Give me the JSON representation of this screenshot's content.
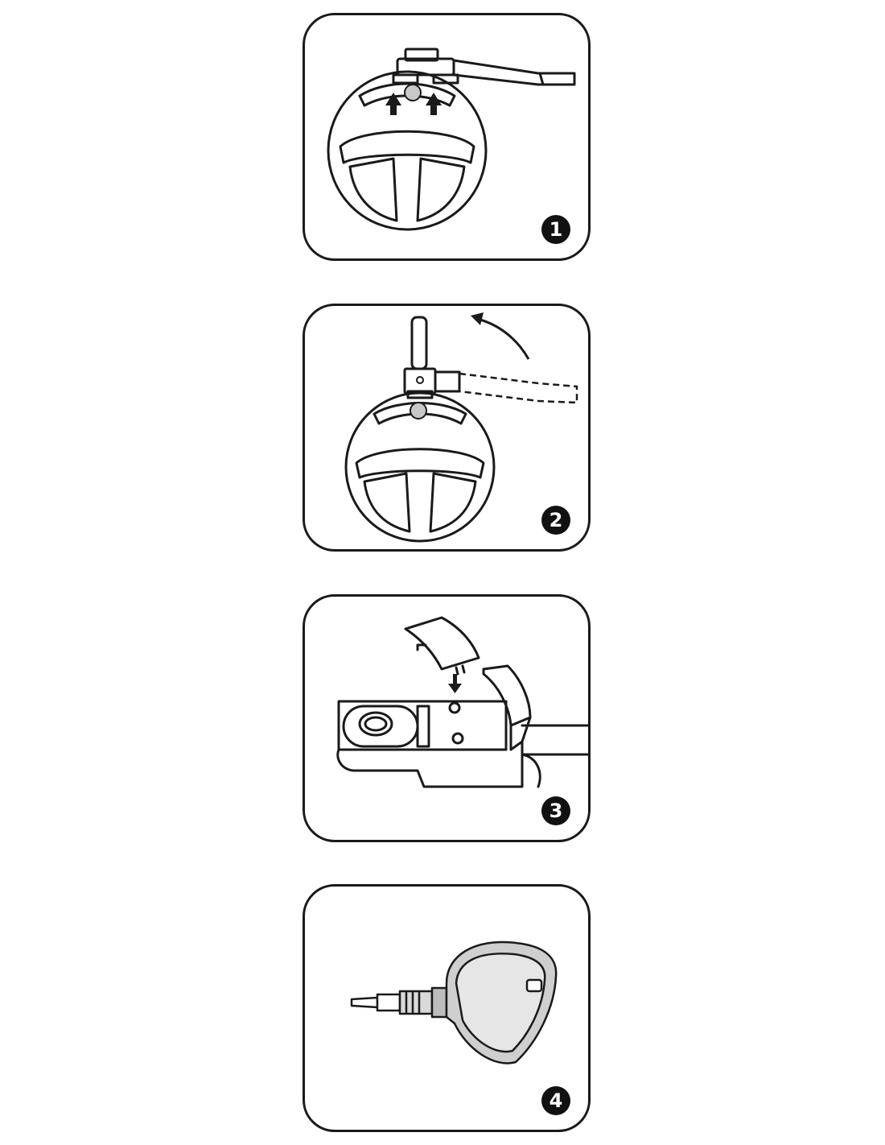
{
  "steps": [
    {
      "number": "1",
      "illustration": "steering-wheel-lock-clamp-icon"
    },
    {
      "number": "2",
      "illustration": "steering-wheel-lock-rotate-icon"
    },
    {
      "number": "3",
      "illustration": "lock-body-cover-insert-icon"
    },
    {
      "number": "4",
      "illustration": "lock-key-icon"
    }
  ],
  "colors": {
    "line": "#1a1a1a",
    "fill_gray": "#c8c8c8",
    "background": "#ffffff"
  }
}
